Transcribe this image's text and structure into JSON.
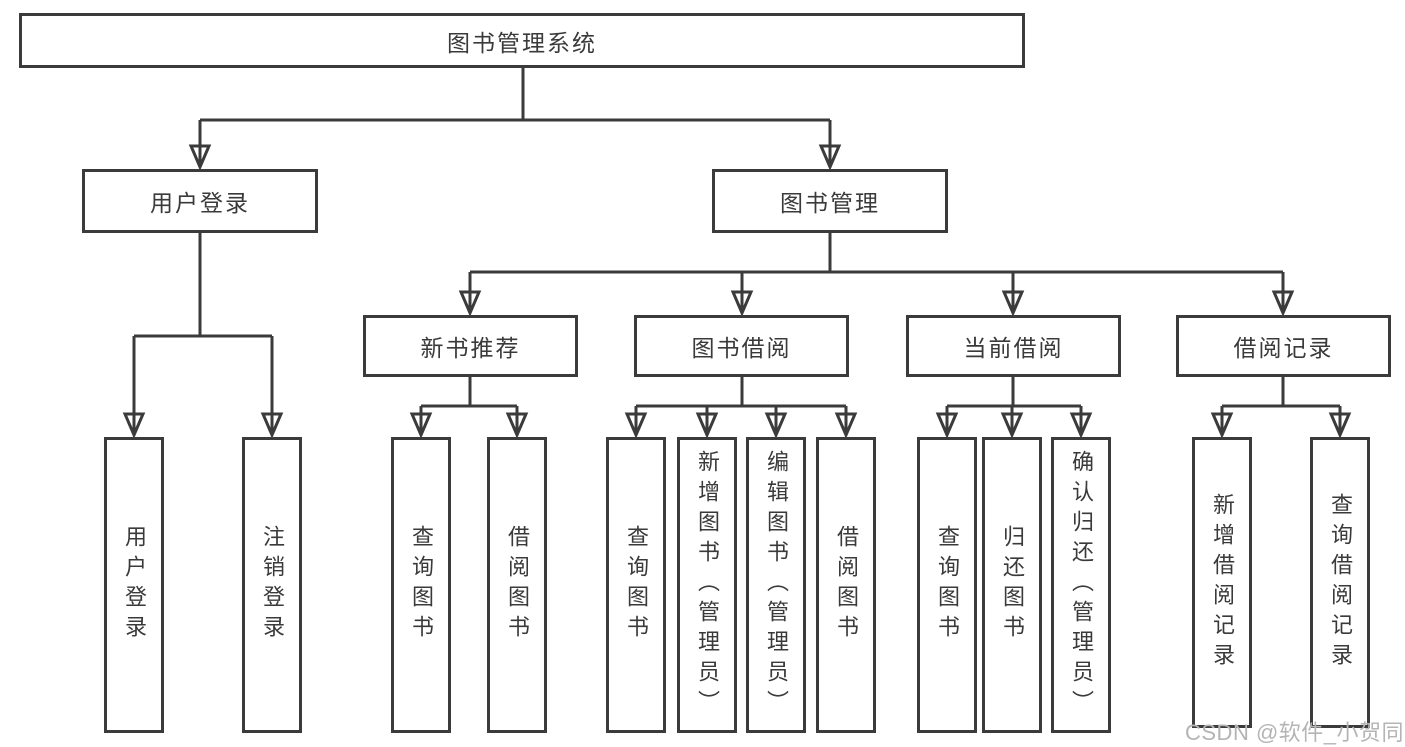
{
  "colors": {
    "line": "#3b3b3b",
    "text": "#3a3a3a",
    "background": "#ffffff",
    "watermark": "#b4b4b4"
  },
  "tree": {
    "root": {
      "label": "图书管理系统"
    },
    "children": [
      {
        "label": "用户登录",
        "children": [
          {
            "label": "用户登录"
          },
          {
            "label": "注销登录"
          }
        ]
      },
      {
        "label": "图书管理",
        "children": [
          {
            "label": "新书推荐",
            "children": [
              {
                "label": "查询图书"
              },
              {
                "label": "借阅图书"
              }
            ]
          },
          {
            "label": "图书借阅",
            "children": [
              {
                "label": "查询图书"
              },
              {
                "label": "新增图书（管理员）"
              },
              {
                "label": "编辑图书（管理员）"
              },
              {
                "label": "借阅图书"
              }
            ]
          },
          {
            "label": "当前借阅",
            "children": [
              {
                "label": "查询图书"
              },
              {
                "label": "归还图书"
              },
              {
                "label": "确认归还（管理员）"
              }
            ]
          },
          {
            "label": "借阅记录",
            "children": [
              {
                "label": "新增借阅记录"
              },
              {
                "label": "查询借阅记录"
              }
            ]
          }
        ]
      }
    ]
  },
  "watermark": {
    "text": "CSDN @软件_小贺同学"
  }
}
